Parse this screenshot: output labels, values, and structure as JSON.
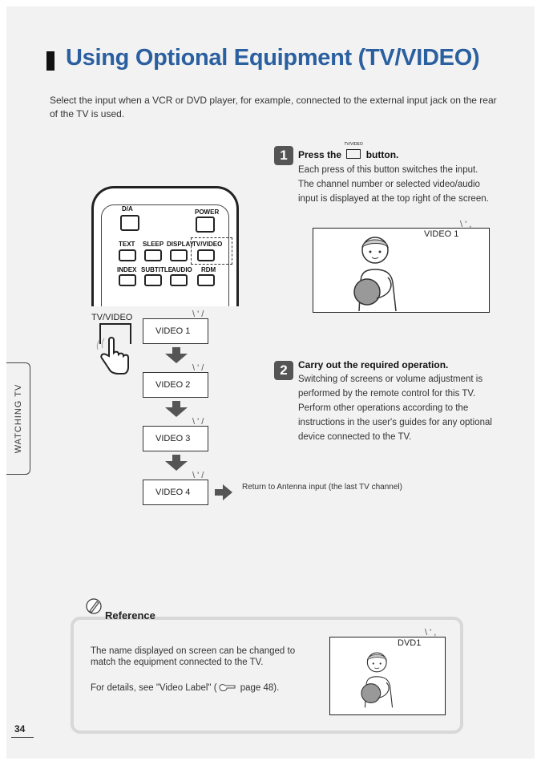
{
  "page": {
    "title": "Using Optional Equipment (TV/VIDEO)",
    "intro": "Select the input when a VCR or DVD player, for example, connected to the external input jack on the rear of the TV is used.",
    "page_number": "34",
    "side_tab": "WATCHING TV"
  },
  "remote": {
    "labels": {
      "da": "D/A",
      "power": "POWER",
      "text": "TEXT",
      "sleep": "SLEEP",
      "display": "DISPLAY",
      "tvvideo": "TV/VIDEO",
      "index": "INDEX",
      "subtitle": "SUBTITLE",
      "audio": "AUDIO",
      "rdm": "RDM"
    }
  },
  "sequence": {
    "button_label": "TV/VIDEO",
    "items": [
      "VIDEO 1",
      "VIDEO 2",
      "VIDEO 3",
      "VIDEO 4"
    ],
    "return_note": "Return to Antenna input (the last TV channel)"
  },
  "steps": [
    {
      "num": "1",
      "head_before": "Press the",
      "head_icon_label": "TV/VIDEO",
      "head_after": "button.",
      "body": "Each press of this button switches the input. The channel number or selected video/audio input is displayed at the top right of the screen.",
      "screen_label": "VIDEO 1"
    },
    {
      "num": "2",
      "head": "Carry out the required operation.",
      "body": "Switching of screens or volume adjustment is performed by the remote control for this TV. Perform other operations according to the instructions in the user's guides for any optional device connected to the TV."
    }
  ],
  "reference": {
    "title": "Reference",
    "line1": "The name displayed on screen can be changed to match the equipment connected to the TV.",
    "line2_before": "For details, see \"Video Label\" (",
    "line2_after": " page 48).",
    "screen_label": "DVD1"
  }
}
